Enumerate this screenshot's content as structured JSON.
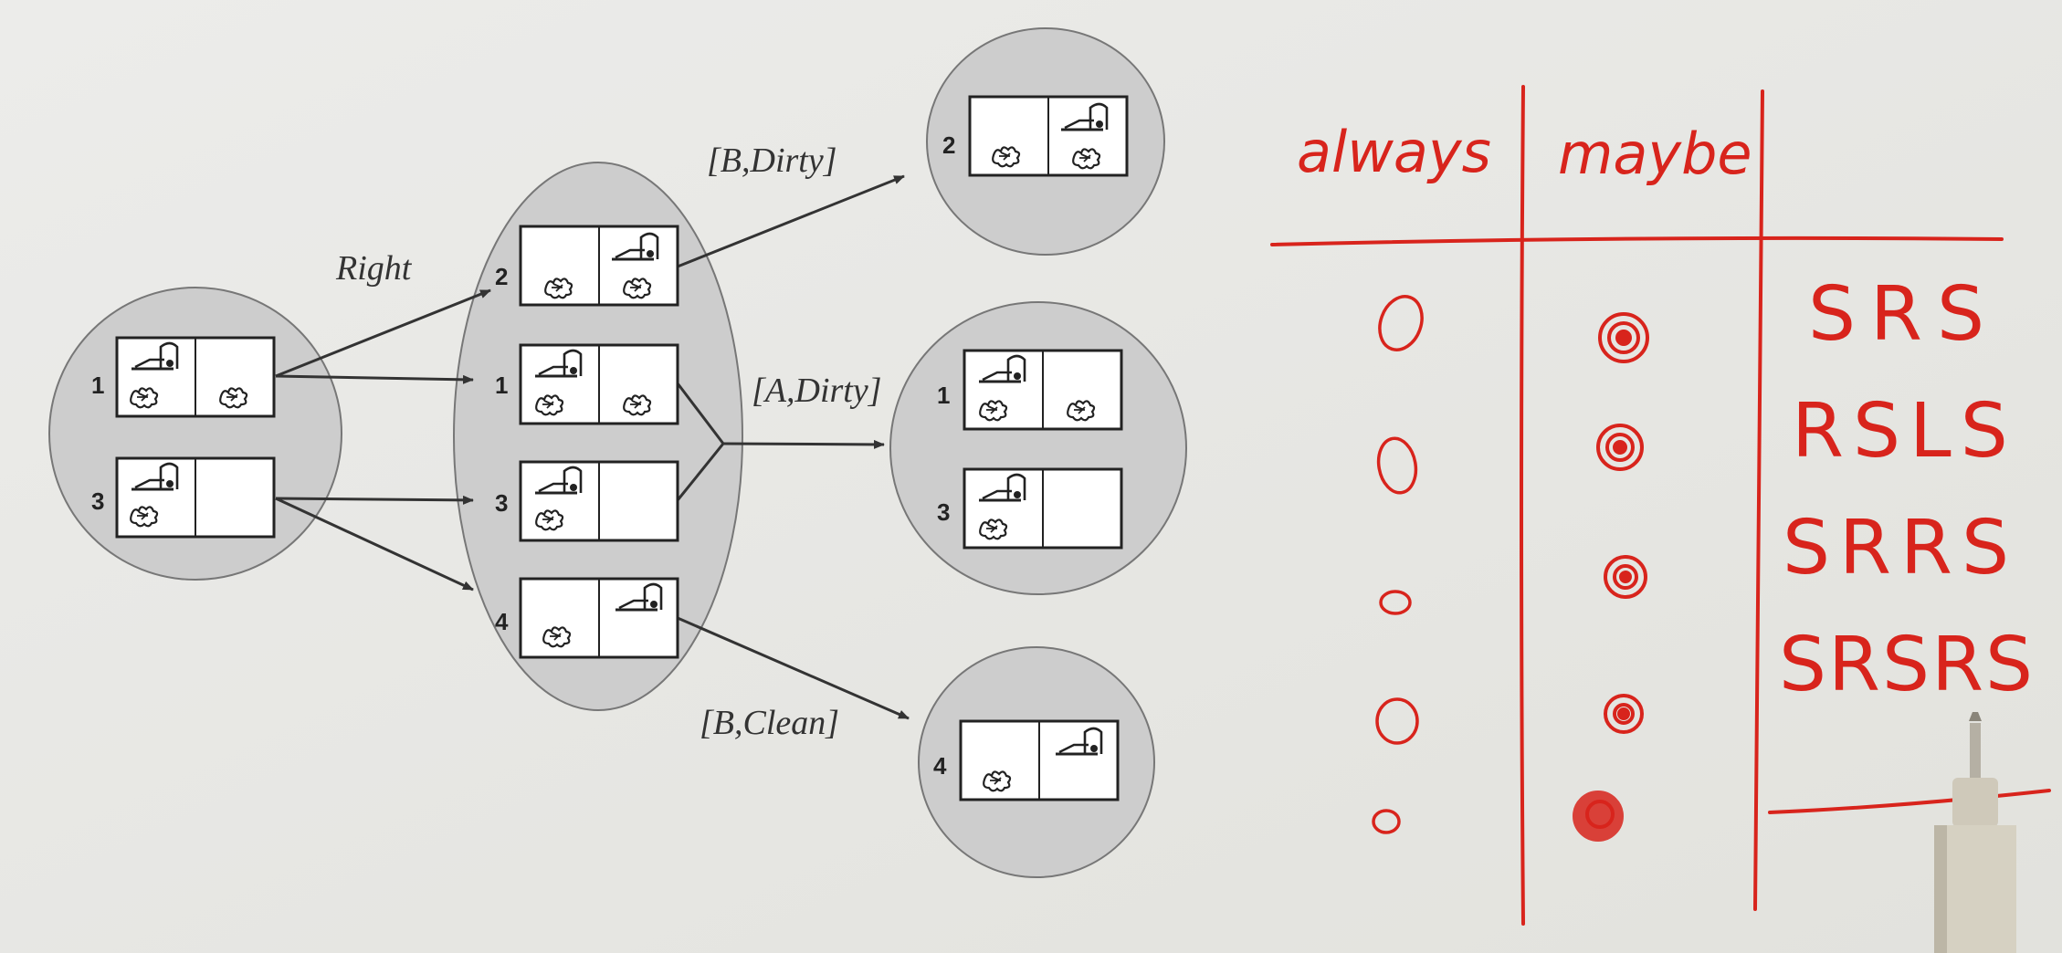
{
  "diagram": {
    "action_label": "Right",
    "percept_labels": {
      "top": "[B,Dirty]",
      "middle": "[A,Dirty]",
      "bottom": "[B,Clean]"
    },
    "initial_belief": [
      "1",
      "3"
    ],
    "predicted_belief": [
      "2",
      "1",
      "3",
      "4"
    ],
    "outcome_top": [
      "2"
    ],
    "outcome_middle": [
      "1",
      "3"
    ],
    "outcome_bottom": [
      "4"
    ]
  },
  "whiteboard": {
    "header_always": "always",
    "header_maybe": "maybe",
    "sequences": [
      "SRS",
      "RSLS",
      "SRRS",
      "SRSRS"
    ],
    "ink_color": "#d8241c"
  }
}
